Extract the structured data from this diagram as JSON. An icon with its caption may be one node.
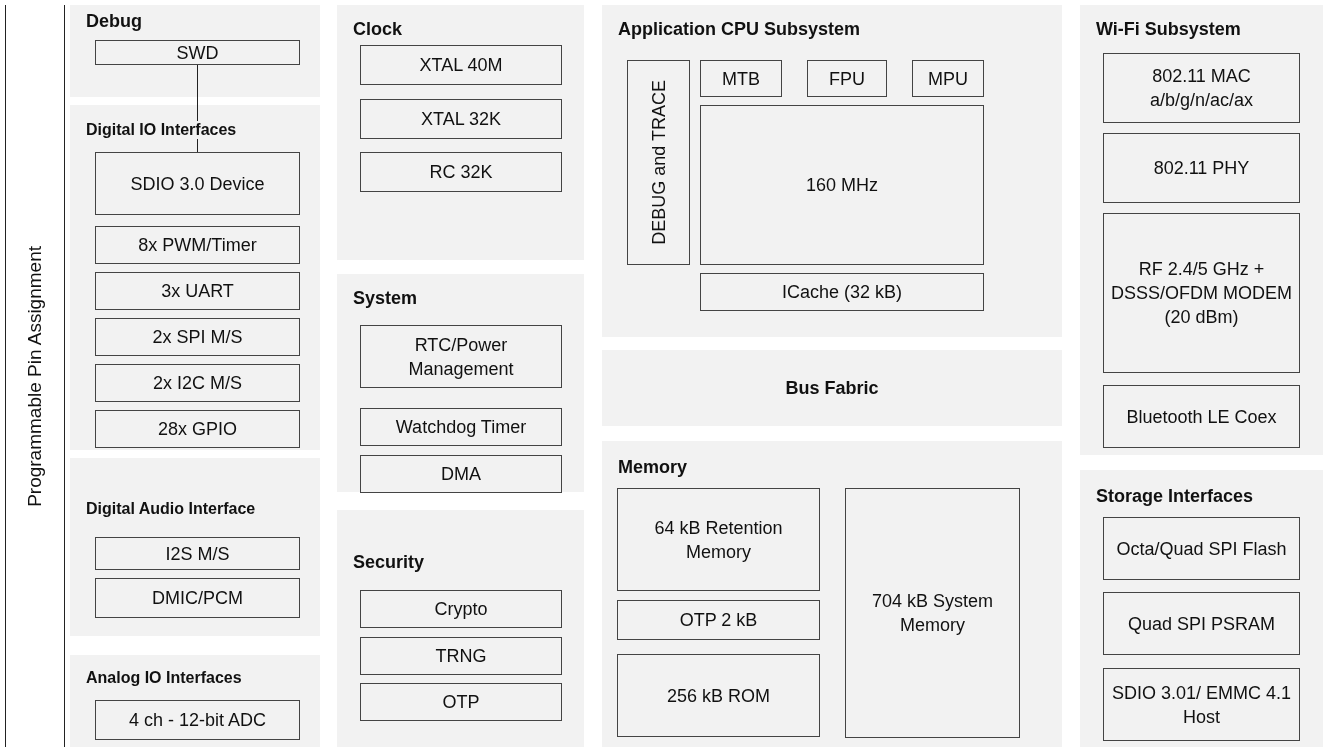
{
  "diagram": {
    "nodes": [
      {
        "text": [
          "Programmable Pin Assignment"
        ]
      },
      {
        "text": [
          "Debug"
        ]
      },
      {
        "text": [
          "SWD"
        ],
        "in": 1
      },
      {
        "text": [
          "Digital IO Interfaces"
        ]
      },
      {
        "text": [
          "SDIO 3.0 Device"
        ],
        "in": 3
      },
      {
        "text": [
          "8x PWM/Timer"
        ],
        "in": 3
      },
      {
        "text": [
          "3x UART"
        ],
        "in": 3
      },
      {
        "text": [
          "2x SPI M/S"
        ],
        "in": 3
      },
      {
        "text": [
          "2x I2C M/S"
        ],
        "in": 3
      },
      {
        "text": [
          "28x GPIO"
        ],
        "in": 3
      },
      {
        "text": [
          "Digital Audio Interface"
        ]
      },
      {
        "text": [
          "I2S M/S"
        ],
        "in": 10
      },
      {
        "text": [
          "DMIC/PCM"
        ],
        "in": 10
      },
      {
        "text": [
          "Analog IO Interfaces"
        ]
      },
      {
        "text": [
          "4 ch - 12-bit ADC"
        ],
        "in": 13
      },
      {
        "text": [
          "Clock"
        ]
      },
      {
        "text": [
          "XTAL 40M"
        ],
        "in": 15
      },
      {
        "text": [
          "XTAL 32K"
        ],
        "in": 15
      },
      {
        "text": [
          "RC 32K"
        ],
        "in": 15
      },
      {
        "text": [
          "System"
        ]
      },
      {
        "text": [
          "RTC/Power Management"
        ],
        "in": 19
      },
      {
        "text": [
          "Watchdog Timer"
        ],
        "in": 19
      },
      {
        "text": [
          "DMA"
        ],
        "in": 19
      },
      {
        "text": [
          "Security"
        ]
      },
      {
        "text": [
          "Crypto"
        ],
        "in": 23
      },
      {
        "text": [
          "TRNG"
        ],
        "in": 23
      },
      {
        "text": [
          "OTP"
        ],
        "in": 23
      },
      {
        "text": [
          "Application CPU Subsystem"
        ]
      },
      {
        "text": [
          "DEBUG and TRACE"
        ],
        "in": 27
      },
      {
        "text": [
          "MTB"
        ],
        "in": 27
      },
      {
        "text": [
          "FPU"
        ],
        "in": 27
      },
      {
        "text": [
          "MPU"
        ],
        "in": 27
      },
      {
        "text": [
          "160 MHz"
        ],
        "in": 27
      },
      {
        "text": [
          "ICache (32 kB)"
        ],
        "in": 27
      },
      {
        "text": [
          "Bus Fabric"
        ]
      },
      {
        "text": [
          "Memory"
        ]
      },
      {
        "text": [
          "64 kB Retention Memory"
        ],
        "in": 35
      },
      {
        "text": [
          "OTP 2 kB"
        ],
        "in": 35
      },
      {
        "text": [
          "256 kB ROM"
        ],
        "in": 35
      },
      {
        "text": [
          "704 kB System Memory"
        ],
        "in": 35
      },
      {
        "text": [
          "Wi-Fi Subsystem"
        ]
      },
      {
        "text": [
          "802.11 MAC a/b/g/n/ac/ax"
        ],
        "in": 40
      },
      {
        "text": [
          "802.11 PHY"
        ],
        "in": 40
      },
      {
        "text": [
          "RF 2.4/5 GHz + DSSS/OFDM MODEM (20 dBm)"
        ],
        "in": 40
      },
      {
        "text": [
          "Bluetooth LE Coex"
        ],
        "in": 40
      },
      {
        "text": [
          "Storage Interfaces"
        ]
      },
      {
        "text": [
          "Octa/Quad SPI Flash"
        ],
        "in": 45
      },
      {
        "text": [
          "Quad SPI PSRAM"
        ],
        "in": 45
      },
      {
        "text": [
          "SDIO 3.01/ EMMC 4.1 Host"
        ],
        "in": 45
      }
    ],
    "edges": [
      {
        "from": 2,
        "to": 4,
        "arrow": "none"
      }
    ]
  }
}
